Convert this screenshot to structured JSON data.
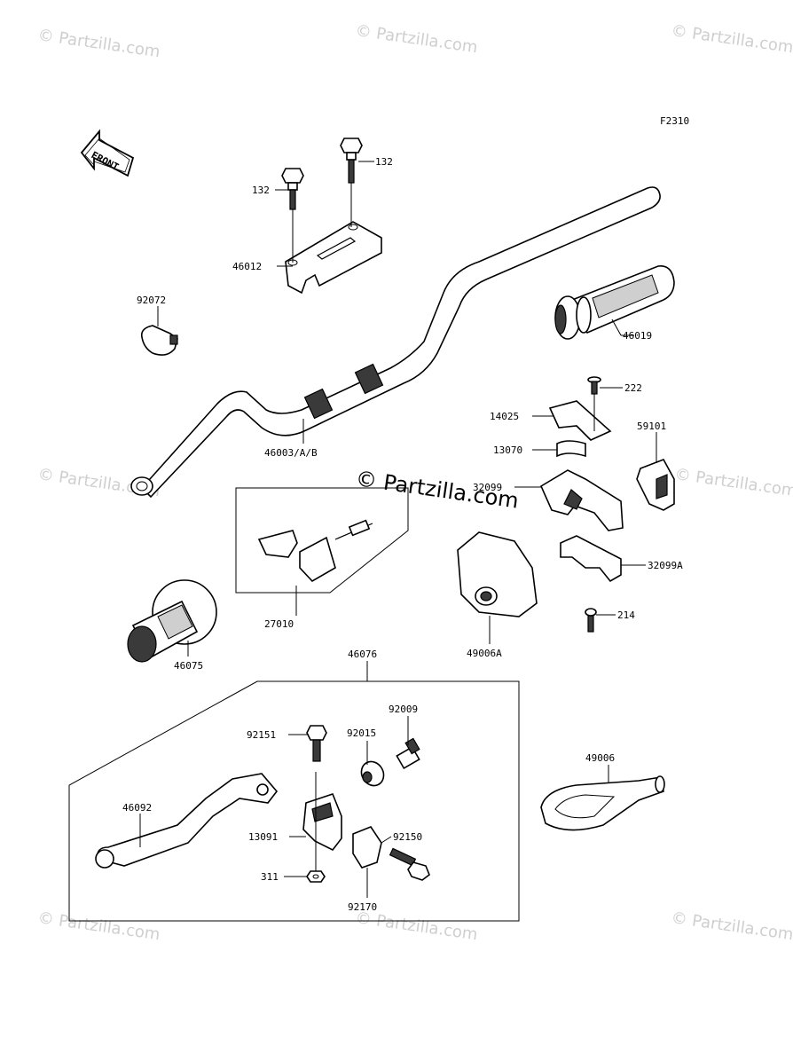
{
  "diagram": {
    "code": "F2310",
    "front_label": "FRONT",
    "watermarks": [
      "© Partzilla.com",
      "© Partzilla.com",
      "© Partzilla.com",
      "© Partzilla.com",
      "© Partzilla.com",
      "© Partzilla.com",
      "© Partzilla.com",
      "© Partzilla.com"
    ],
    "center_watermark": "© Partzilla.com",
    "callouts": {
      "p132a": "132",
      "p132b": "132",
      "p46012": "46012",
      "p92072": "92072",
      "p46019": "46019",
      "p222": "222",
      "p14025": "14025",
      "p59101": "59101",
      "p13070": "13070",
      "p46003": "46003/A/B",
      "p32099": "32099",
      "p32099a": "32099A",
      "p27010": "27010",
      "p214": "214",
      "p49006a": "49006A",
      "p46075": "46075",
      "p46076": "46076",
      "p92009": "92009",
      "p92151": "92151",
      "p92015": "92015",
      "p49006": "49006",
      "p46092": "46092",
      "p13091": "13091",
      "p92150": "92150",
      "p311": "311",
      "p92170": "92170"
    }
  }
}
